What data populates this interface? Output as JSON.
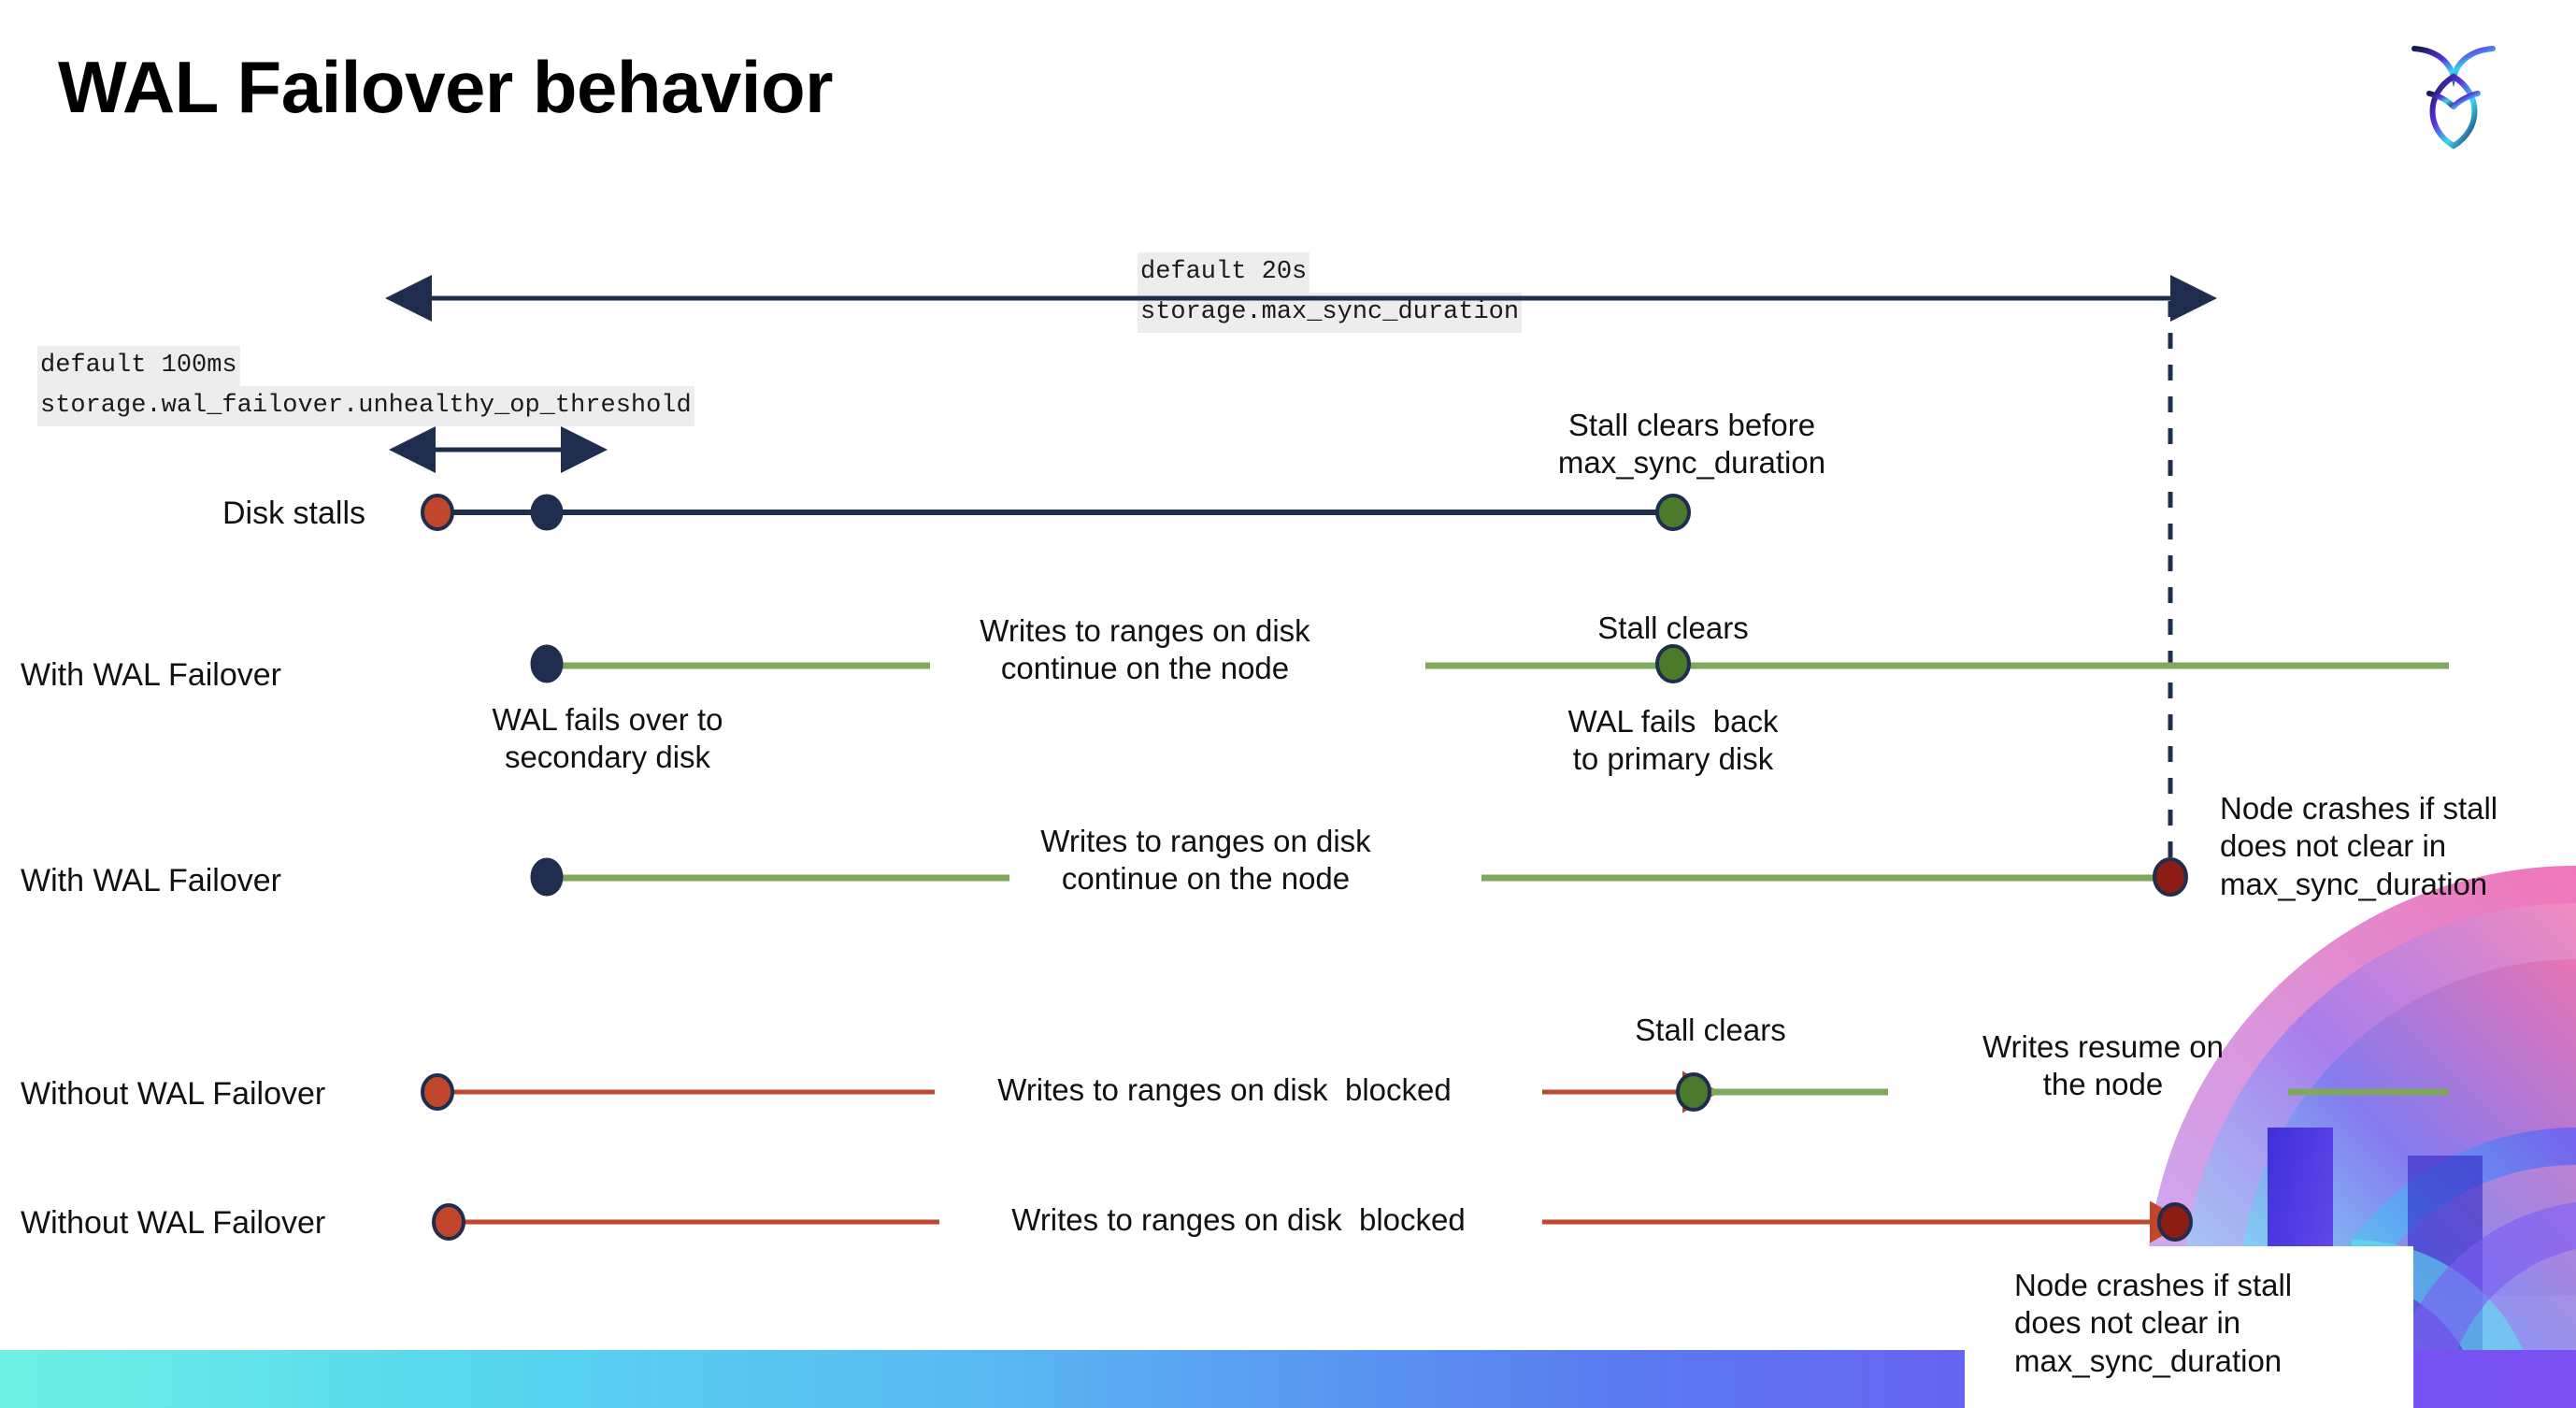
{
  "slide": {
    "title": "WAL Failover behavior",
    "logo_name": "cockroach-labs-logo"
  },
  "colors": {
    "navy": "#1F2D4E",
    "green_line": "#7FA85C",
    "green_dot": "#4A7A2A",
    "orange": "#C0462C",
    "dark_red": "#8C1D14",
    "code_bg": "#EDEDED",
    "text": "#111111"
  },
  "annotations": {
    "max_sync": {
      "line1": "default 20s",
      "line2": "storage.max_sync_duration"
    },
    "unhealthy_op": {
      "line1": "default 100ms",
      "line2": "storage.wal_failover.unhealthy_op_threshold"
    }
  },
  "rows": [
    {
      "label": "Disk stalls",
      "notes": [
        {
          "text": "Stall clears before\nmax_sync_duration"
        }
      ]
    },
    {
      "label": "With WAL Failover",
      "notes": [
        {
          "text": "Writes to ranges on disk\ncontinue on the node"
        },
        {
          "text": "Stall clears"
        },
        {
          "text": "WAL fails over to\nsecondary disk"
        },
        {
          "text": "WAL fails  back\nto primary disk"
        }
      ]
    },
    {
      "label": "With WAL Failover",
      "notes": [
        {
          "text": "Writes to ranges on disk\ncontinue on the node"
        },
        {
          "text": "Node crashes if stall\ndoes not clear in\nmax_sync_duration"
        }
      ]
    },
    {
      "label": "Without WAL Failover",
      "notes": [
        {
          "text": "Writes to ranges on disk  blocked"
        },
        {
          "text": "Stall clears"
        },
        {
          "text": "Writes resume on\nthe node"
        }
      ]
    },
    {
      "label": "Without WAL Failover",
      "notes": [
        {
          "text": "Writes to ranges on disk  blocked"
        },
        {
          "text": "Node crashes if stall\ndoes not clear in\nmax_sync_duration"
        }
      ]
    }
  ],
  "chart_data": {
    "type": "timeline",
    "title": "WAL Failover behavior",
    "xlabel": "",
    "ylabel": "",
    "axis_span_label": "storage.max_sync_duration (default 20s)",
    "threshold_label": "storage.wal_failover.unhealthy_op_threshold (default 100ms)",
    "series": [
      {
        "name": "Disk stalls",
        "markers": [
          {
            "at": "stall-start",
            "color": "#C0462C",
            "kind": "stall-begins"
          },
          {
            "at": "failover-threshold",
            "color": "#1F2D4E",
            "kind": "unhealthy-op-threshold-crossed"
          },
          {
            "at": "stall-clear",
            "color": "#4A7A2A",
            "kind": "stall-clears-before-max-sync-duration"
          }
        ],
        "segments": [
          {
            "color": "#1F2D4E",
            "style": "solid"
          }
        ]
      },
      {
        "name": "With WAL Failover (stall clears)",
        "markers": [
          {
            "at": "failover",
            "color": "#1F2D4E",
            "kind": "wal-fails-over-to-secondary-disk"
          },
          {
            "at": "stall-clear",
            "color": "#4A7A2A",
            "kind": "wal-fails-back-to-primary-disk"
          }
        ],
        "segments": [
          {
            "color": "#7FA85C",
            "style": "solid",
            "meaning": "writes continue on the node"
          }
        ]
      },
      {
        "name": "With WAL Failover (stall persists)",
        "markers": [
          {
            "at": "failover",
            "color": "#1F2D4E",
            "kind": "wal-fails-over-to-secondary-disk"
          },
          {
            "at": "max-sync-duration",
            "color": "#8C1D14",
            "kind": "node-crashes"
          }
        ],
        "segments": [
          {
            "color": "#7FA85C",
            "style": "solid",
            "meaning": "writes continue on the node"
          }
        ]
      },
      {
        "name": "Without WAL Failover (stall clears)",
        "markers": [
          {
            "at": "stall-start",
            "color": "#C0462C",
            "kind": "stall-begins"
          },
          {
            "at": "stall-clear",
            "color": "#4A7A2A",
            "kind": "stall-clears"
          }
        ],
        "segments": [
          {
            "color": "#C0462C",
            "style": "solid",
            "meaning": "writes blocked"
          },
          {
            "color": "#7FA85C",
            "style": "solid",
            "meaning": "writes resume on the node"
          }
        ]
      },
      {
        "name": "Without WAL Failover (stall persists)",
        "markers": [
          {
            "at": "stall-start",
            "color": "#C0462C",
            "kind": "stall-begins"
          },
          {
            "at": "max-sync-duration",
            "color": "#8C1D14",
            "kind": "node-crashes"
          }
        ],
        "segments": [
          {
            "color": "#C0462C",
            "style": "solid",
            "meaning": "writes blocked"
          }
        ]
      }
    ]
  }
}
